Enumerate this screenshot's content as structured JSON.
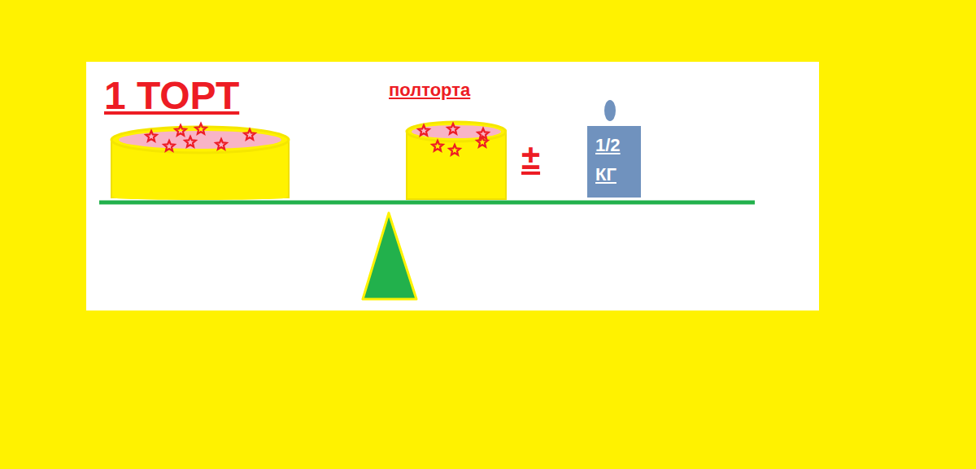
{
  "diagram": {
    "nodes": [
      {
        "text": [
          "1/2 КГ"
        ]
      }
    ],
    "labels": [
      "1 ТОРТ",
      "полторта",
      "±"
    ]
  }
}
